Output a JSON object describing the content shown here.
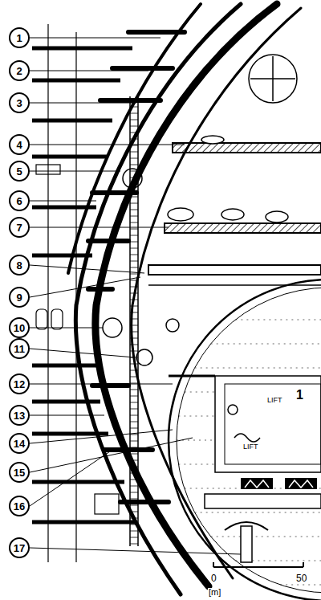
{
  "diagram": {
    "nodes": [
      {
        "text": [
          "1"
        ]
      },
      {
        "text": [
          "2"
        ]
      },
      {
        "text": [
          "3"
        ]
      },
      {
        "text": [
          "4"
        ]
      },
      {
        "text": [
          "5"
        ]
      },
      {
        "text": [
          "6"
        ]
      },
      {
        "text": [
          "7"
        ]
      },
      {
        "text": [
          "8"
        ]
      },
      {
        "text": [
          "9"
        ]
      },
      {
        "text": [
          "10"
        ]
      },
      {
        "text": [
          "11"
        ]
      },
      {
        "text": [
          "12"
        ]
      },
      {
        "text": [
          "13"
        ]
      },
      {
        "text": [
          "14"
        ]
      },
      {
        "text": [
          "15"
        ]
      },
      {
        "text": [
          "16"
        ]
      },
      {
        "text": [
          "17"
        ]
      }
    ],
    "edges": [],
    "labels": [
      "LIFT",
      "LIFT",
      "1",
      "0",
      "50",
      "[m]"
    ]
  }
}
